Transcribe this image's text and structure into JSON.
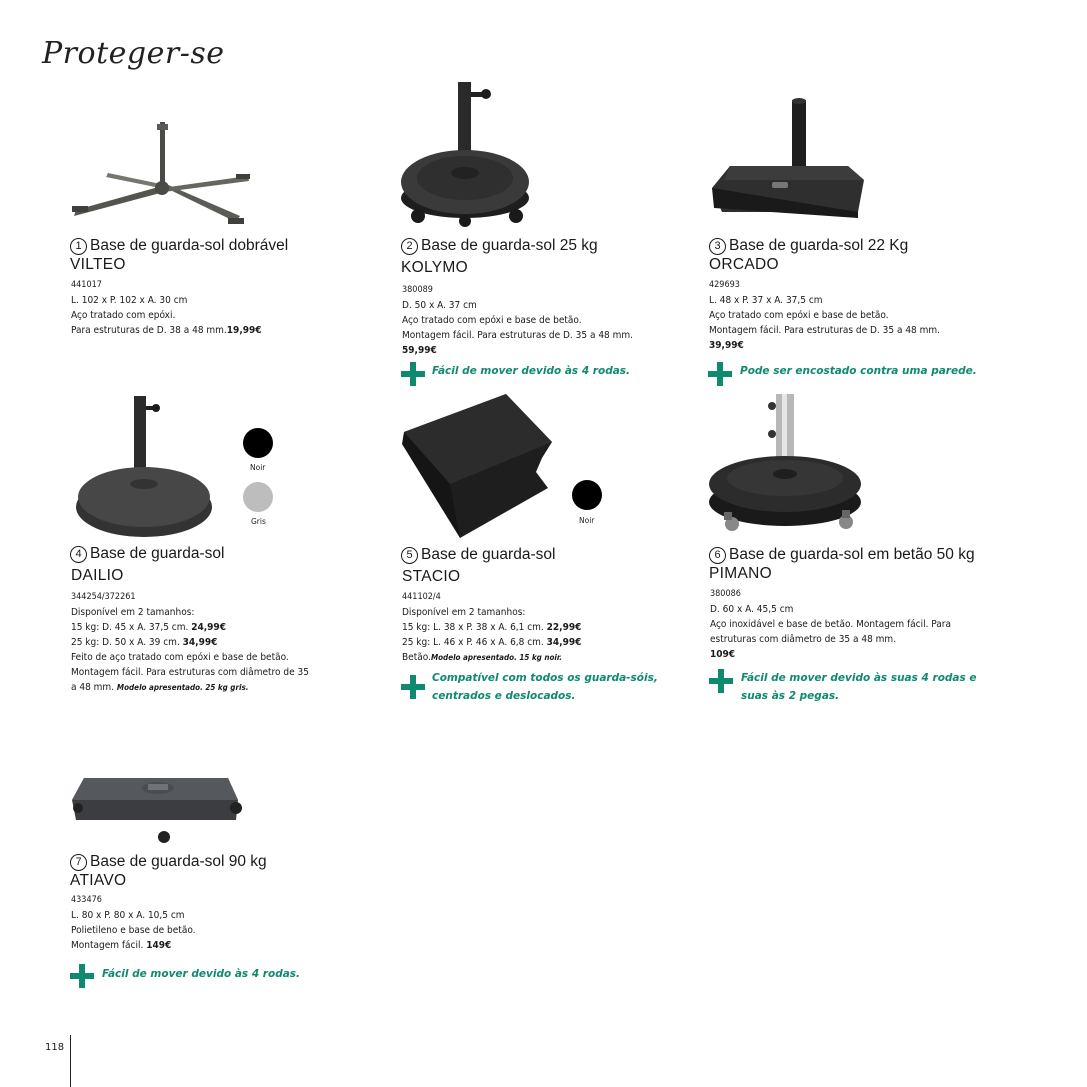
{
  "page": {
    "title": "Proteger-se",
    "number": "118"
  },
  "colors": {
    "accent": "#0f8a70",
    "noir": "#000000",
    "gris": "#bdbdbd"
  },
  "products": [
    {
      "num": "1",
      "name": "Base de guarda-sol dobrável",
      "brand": "VILTEO",
      "ref": "441017",
      "lines": [
        "L. 102 x P. 102 x A. 30 cm",
        "Aço tratado com epóxi."
      ],
      "last_line": "Para estruturas de D. 38 a 48 mm.",
      "price": "19,99€"
    },
    {
      "num": "2",
      "name": "Base de guarda-sol 25 kg",
      "brand": "KOLYMO",
      "ref": "380089",
      "lines": [
        "D. 50 x A. 37 cm",
        "Aço tratado com epóxi e base de betão.",
        "Montagem fácil. Para estruturas de D. 35 a 48 mm."
      ],
      "price": "59,99€",
      "benefit": "Fácil de mover devido às 4 rodas."
    },
    {
      "num": "3",
      "name": "Base de guarda-sol 22 Kg",
      "brand": "ORCADO",
      "ref": "429693",
      "lines": [
        "L. 48 x P. 37 x A. 37,5 cm",
        "Aço tratado com epóxi e base de betão.",
        "Montagem fácil. Para estruturas de D. 35 a 48 mm."
      ],
      "price": "39,99€",
      "benefit": "Pode ser encostado contra uma parede."
    },
    {
      "num": "4",
      "name": "Base de guarda-sol",
      "brand": "DAILIO",
      "ref": "344254/372261",
      "avail": "Disponível em 2 tamanhos:",
      "size1": "15 kg: D. 45 x A. 37,5 cm.",
      "price1": "24,99€",
      "size2": "25 kg: D. 50 x A. 39 cm.",
      "price2": "34,99€",
      "lines": [
        "Feito de aço tratado com epóxi e base de betão.",
        "Montagem fácil. Para estruturas com diâmetro de 35"
      ],
      "last_line": "a 48 mm.",
      "note": "Modelo apresentado. 25 kg gris.",
      "swatch1": "Noir",
      "swatch2": "Gris"
    },
    {
      "num": "5",
      "name": "Base de guarda-sol",
      "brand": "STACIO",
      "ref": "441102/4",
      "avail": "Disponível em 2 tamanhos:",
      "size1": "15 kg: L. 38 x P. 38 x A. 6,1 cm.",
      "price1": "22,99€",
      "size2": "25 kg: L. 46 x P. 46 x A. 6,8 cm.",
      "price2": "34,99€",
      "last_line": "Betão.",
      "note": "Modelo apresentado. 15 kg noir.",
      "benefit1": "Compatível com todos os guarda-sóis,",
      "benefit2": "centrados e deslocados.",
      "swatch1": "Noir"
    },
    {
      "num": "6",
      "name": "Base de guarda-sol em betão 50 kg",
      "brand": "PIMANO",
      "ref": "380086",
      "lines": [
        "D. 60 x A. 45,5 cm",
        "Aço inoxidável e base de betão. Montagem fácil. Para",
        "estruturas com diâmetro de 35 a 48 mm."
      ],
      "price": "109€",
      "benefit1": "Fácil de mover devido às suas 4 rodas e",
      "benefit2": "suas às 2 pegas."
    },
    {
      "num": "7",
      "name": "Base de guarda-sol 90 kg",
      "brand": "ATIAVO",
      "ref": "433476",
      "lines": [
        "L. 80 x P. 80 x A. 10,5 cm",
        "Polietileno e base de betão."
      ],
      "last_line": "Montagem fácil.",
      "price": "149€",
      "benefit": "Fácil de mover devido às 4 rodas."
    }
  ]
}
